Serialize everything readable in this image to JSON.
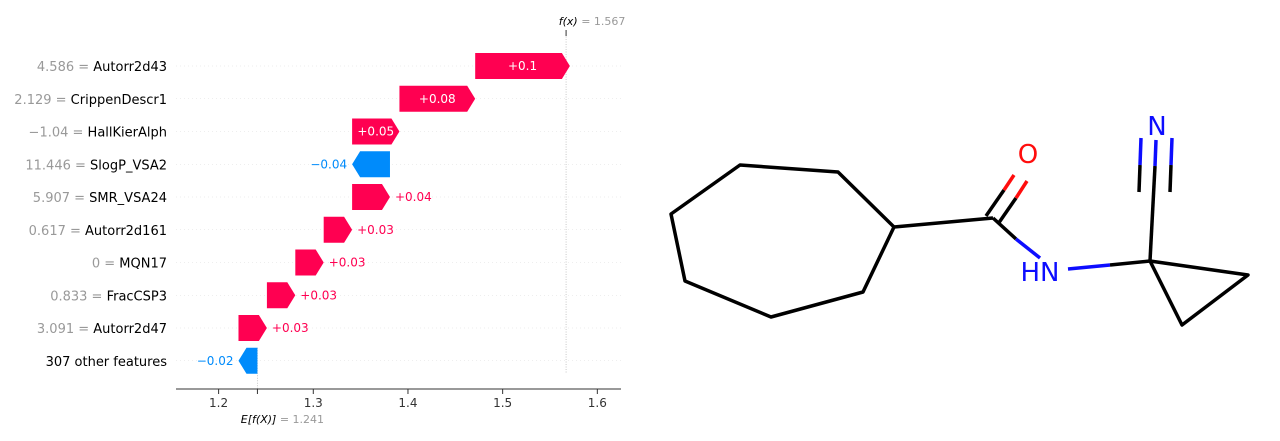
{
  "chart_data": {
    "type": "waterfall",
    "xlim": [
      1.155,
      1.625
    ],
    "xticks": [
      1.2,
      1.3,
      1.4,
      1.5,
      1.6
    ],
    "base_value": 1.241,
    "base_label_expr": "E[f(X)]",
    "base_label_value": "= 1.241",
    "final_value": 1.567,
    "final_label_expr": "f(x)",
    "final_label_value": "= 1.567",
    "colors": {
      "positive": "#ff0051",
      "negative": "#008bfb",
      "grey": "#999999"
    },
    "features": [
      {
        "value": "4.586 =",
        "name": "Autorr2d43",
        "contribution": 0.1,
        "label": "+0.1"
      },
      {
        "value": "2.129 =",
        "name": "CrippenDescr1",
        "contribution": 0.08,
        "label": "+0.08"
      },
      {
        "value": "−1.04 =",
        "name": "HallKierAlph",
        "contribution": 0.05,
        "label": "+0.05"
      },
      {
        "value": "11.446 =",
        "name": "SlogP_VSA2",
        "contribution": -0.04,
        "label": "−0.04"
      },
      {
        "value": "5.907 =",
        "name": "SMR_VSA24",
        "contribution": 0.04,
        "label": "+0.04"
      },
      {
        "value": "0.617 =",
        "name": "Autorr2d161",
        "contribution": 0.03,
        "label": "+0.03"
      },
      {
        "value": "0 =",
        "name": "MQN17",
        "contribution": 0.03,
        "label": "+0.03"
      },
      {
        "value": "0.833 =",
        "name": "FracCSP3",
        "contribution": 0.03,
        "label": "+0.03"
      },
      {
        "value": "3.091 =",
        "name": "Autorr2d47",
        "contribution": 0.03,
        "label": "+0.03"
      },
      {
        "value": "",
        "name": "307 other features",
        "contribution": -0.02,
        "label": "−0.02"
      }
    ]
  },
  "molecule": {
    "atom_labels": [
      "O",
      "N",
      "HN"
    ],
    "colors": {
      "bond": "#000000",
      "oxygen": "#ff0d0d",
      "nitrogen": "#0d0dff"
    }
  }
}
